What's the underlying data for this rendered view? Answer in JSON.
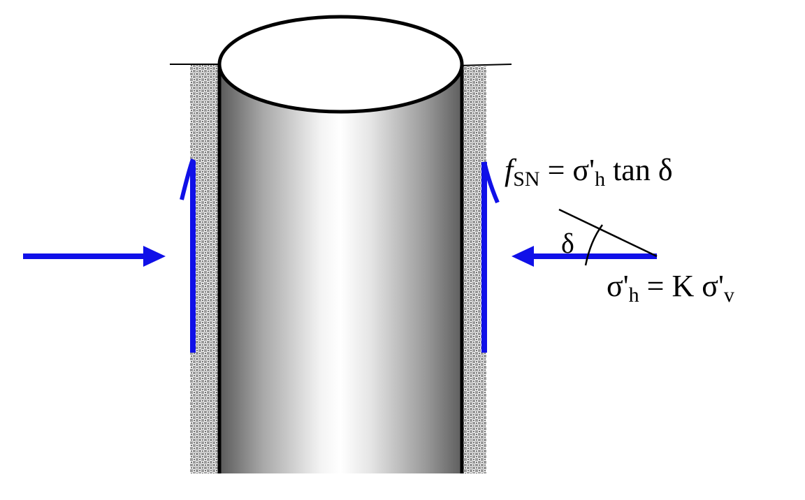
{
  "equations": {
    "friction": {
      "symbol": "f",
      "symbol_sub": "SN",
      "eq_sign": " = ",
      "sigma_prime": "σ'",
      "sigma_sub": "h",
      "tail": " tan δ"
    },
    "horizontal_stress": {
      "lhs": "σ'",
      "lhs_sub": "h",
      "middle": " = K σ'",
      "rhs_sub": "v"
    },
    "angle_label": "δ"
  },
  "colors": {
    "arrow": "#1010e8",
    "pile_edge": "#000000",
    "soil_dark": "#8a8a8a",
    "soil_light": "#ffffff"
  }
}
